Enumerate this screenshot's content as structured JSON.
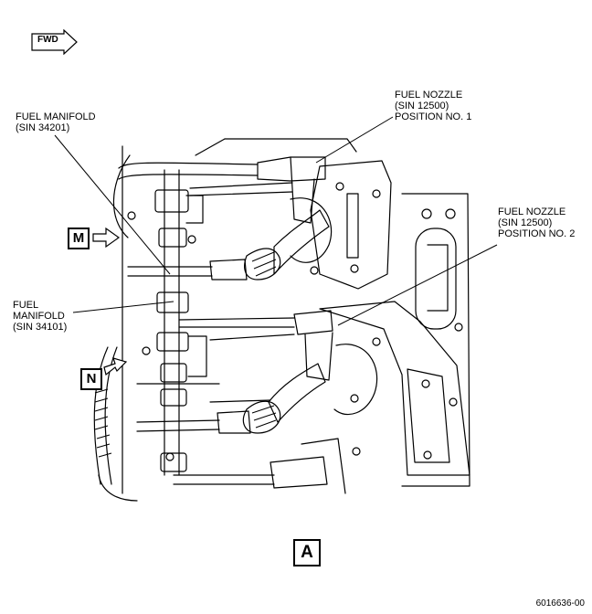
{
  "fwd_label": "FWD",
  "callouts": {
    "manifold_upper": [
      "FUEL MANIFOLD",
      "(SIN 34201)"
    ],
    "nozzle_1": [
      "FUEL NOZZLE",
      "(SIN 12500)",
      "POSITION NO. 1"
    ],
    "nozzle_2": [
      "FUEL NOZZLE",
      "(SIN 12500)",
      "POSITION NO. 2"
    ],
    "manifold_lower": [
      "FUEL",
      "MANIFOLD",
      "(SIN 34101)"
    ]
  },
  "view_markers": {
    "m": "M",
    "n": "N"
  },
  "view_label": "A",
  "figure_number": "6016636-00"
}
